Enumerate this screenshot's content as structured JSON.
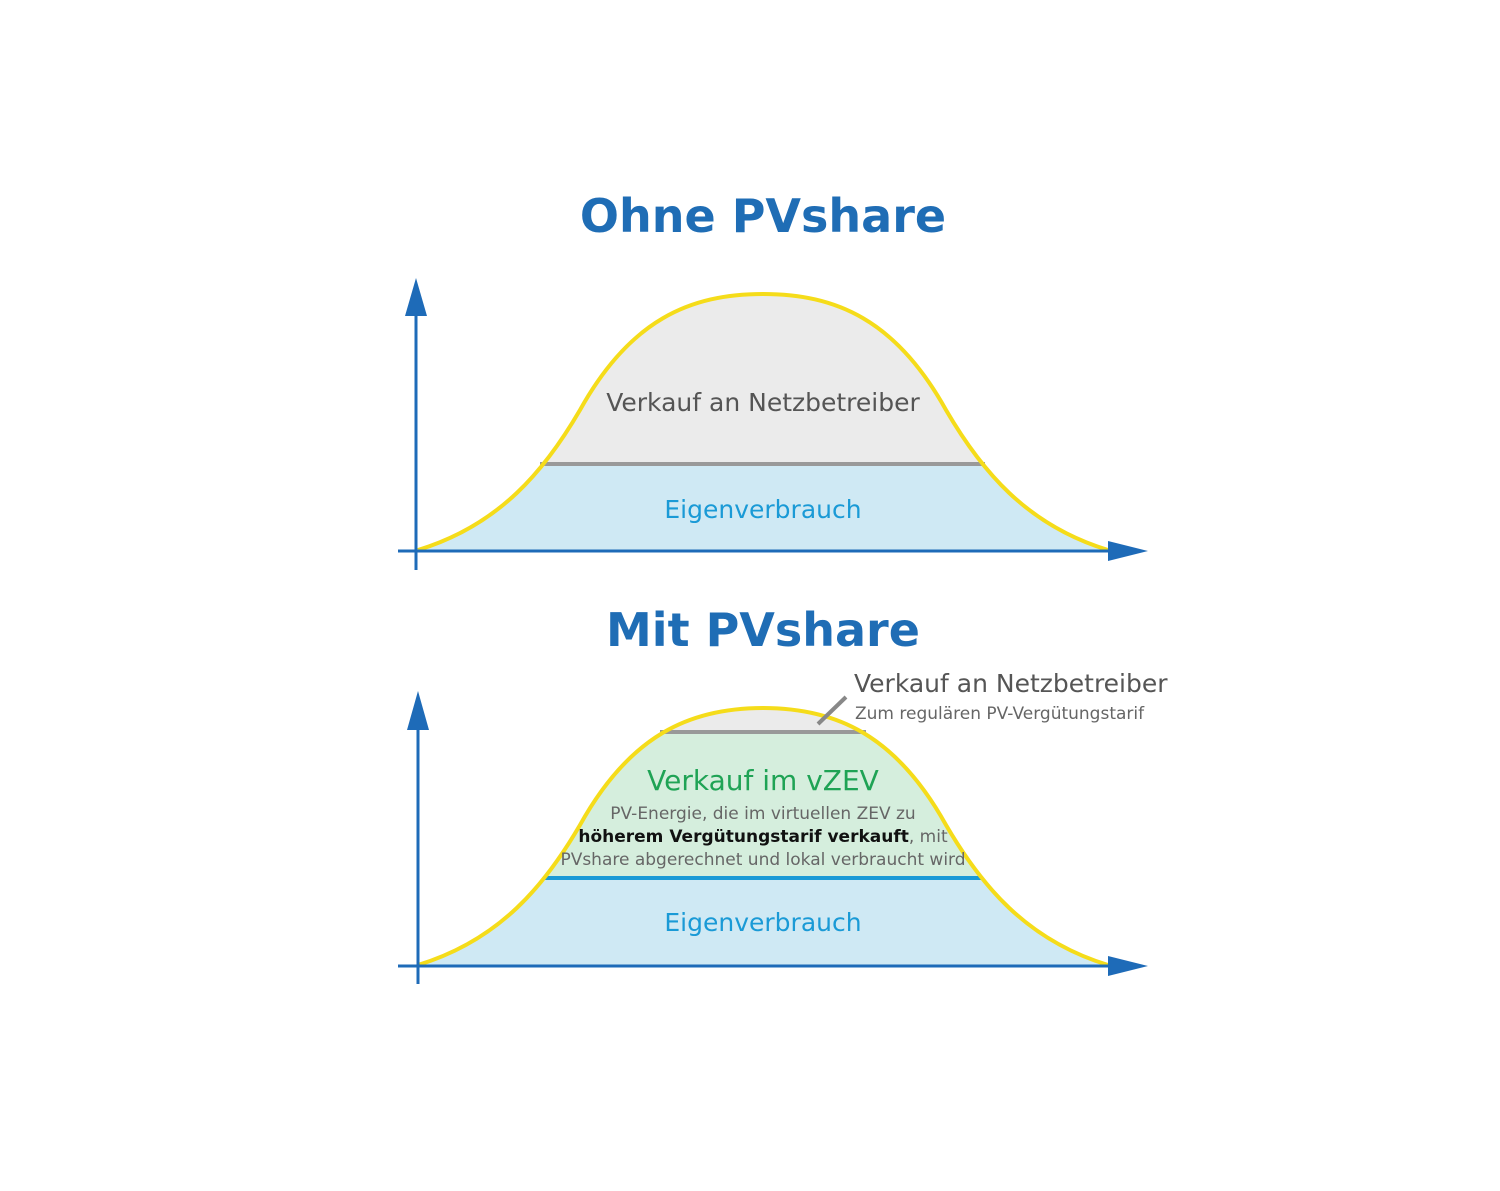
{
  "colors": {
    "axis": "#1e6bb8",
    "curve": "#f5dc1a",
    "self_use": "#cfe9f4",
    "grid_sale": "#ebebeb",
    "vzev": "#d5eedd",
    "vzev_text": "#1fa355"
  },
  "top": {
    "title": "Ohne PVshare",
    "upper_label": "Verkauf an Netzbetreiber",
    "lower_label": "Eigenverbrauch"
  },
  "bottom": {
    "title": "Mit PVshare",
    "callout_title": "Verkauf an Netzbetreiber",
    "callout_subtitle": "Zum regulären PV-Vergütungstarif",
    "vzev_title": "Verkauf im vZEV",
    "vzev_line1": "PV-Energie, die im virtuellen ZEV zu",
    "vzev_line2_bold": "höherem Vergütungstarif verkauft",
    "vzev_line2_rest": ", mit",
    "vzev_line3": "PVshare abgerechnet und lokal verbraucht wird",
    "lower_label": "Eigenverbrauch"
  }
}
